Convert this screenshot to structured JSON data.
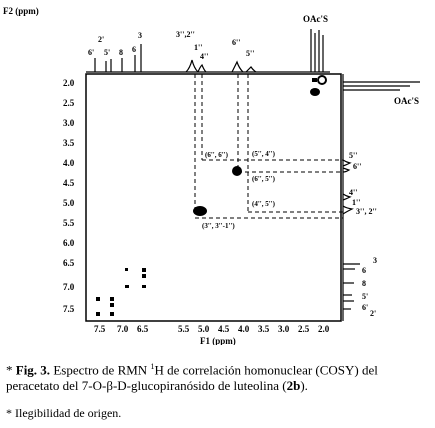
{
  "figure": {
    "f2_label": "F2 (ppm)",
    "f1_label": "F1 (ppm)",
    "y_ticks": [
      "2.0",
      "2.5",
      "3.0",
      "3.5",
      "4.0",
      "4.5",
      "5.0",
      "5.5",
      "6.0",
      "6.5",
      "7.0",
      "7.5"
    ],
    "x_ticks": [
      "7.5",
      "7.0",
      "6.5",
      "5.5",
      "5.0",
      "4.5",
      "4.0",
      "3.5",
      "3.0",
      "2.5",
      "2.0"
    ],
    "top_labels": [
      "2'",
      "6'",
      "5'",
      "8",
      "6",
      "3",
      "3'',2''",
      "1''",
      "4''",
      "6''",
      "5''",
      "OAc'S"
    ],
    "right_labels": [
      "OAc'S",
      "5''",
      "6''",
      "4''",
      "1''",
      "3'', 2''",
      "3",
      "6",
      "8",
      "5'",
      "6'",
      "2'"
    ],
    "cross_labels": [
      "(6'', 6'')",
      "(5'', 4'')",
      "(6'', 5'')",
      "(4'', 5'')",
      "(3'', 3''-1'')"
    ]
  },
  "caption": {
    "marker": "*",
    "fig_label": "Fig. 3.",
    "text_part1": "Espectro de RMN ",
    "superscript": "1",
    "text_part2": "H de correlación homonuclear (COSY) del peracetato del 7-O-β-D-glucopiranósido de luteolina (",
    "compound": "2b",
    "text_part3": ")."
  },
  "note": "* Ilegibilidad de origen."
}
